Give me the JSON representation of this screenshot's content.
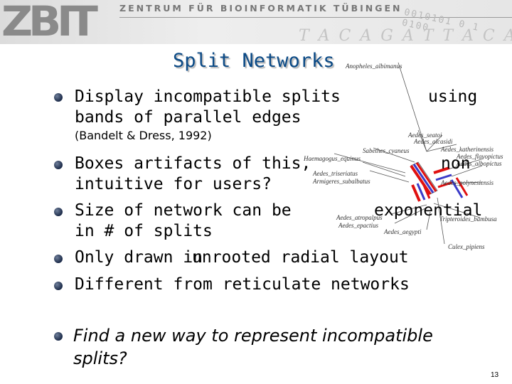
{
  "header": {
    "logo": "ZBIT",
    "institute": "ZENTRUM FÜR BIOINFORMATIK TÜBINGEN"
  },
  "slide": {
    "title": "Split Networks",
    "page_number": "13"
  },
  "bullets": [
    {
      "lines": [
        "Display incompatible splits",
        "using",
        "bands of parallel edges"
      ]
    },
    {
      "citation": "(Bandelt & Dress, 1992)"
    },
    {
      "lines": [
        "Boxes artifacts of this,",
        "non",
        "intuitive for users?"
      ]
    },
    {
      "lines": [
        "Size of network can be",
        "exponential",
        "in # of splits"
      ]
    },
    {
      "lines": [
        "Only drawn in",
        "unrooted radial layout"
      ]
    },
    {
      "lines": [
        "Different from reticulate networks"
      ]
    },
    {
      "lines": [
        "Find a new way to represent incompatible",
        "splits?"
      ]
    }
  ],
  "network": {
    "taxa": [
      "Anopheles_albimanus",
      "Aedes_seatoi",
      "Aedes_alcasidi",
      "Aedes_katherinensis",
      "Sabethes_cyaneus",
      "Haemagogus_equinus",
      "Aedes_flavopictus",
      "Aedes_albopictus",
      "Aedes_triseriatus",
      "Armigeres_subalbatus",
      "Aedes_polynesiensis",
      "Aedes_atropalpus",
      "Aedes_epactius",
      "Aedes_aegypti",
      "Tripteroides_bambusa",
      "Culex_pipiens"
    ],
    "colors": {
      "band_red": "#e01010",
      "band_blue": "#3a3ac8",
      "edge": "#555555"
    }
  }
}
